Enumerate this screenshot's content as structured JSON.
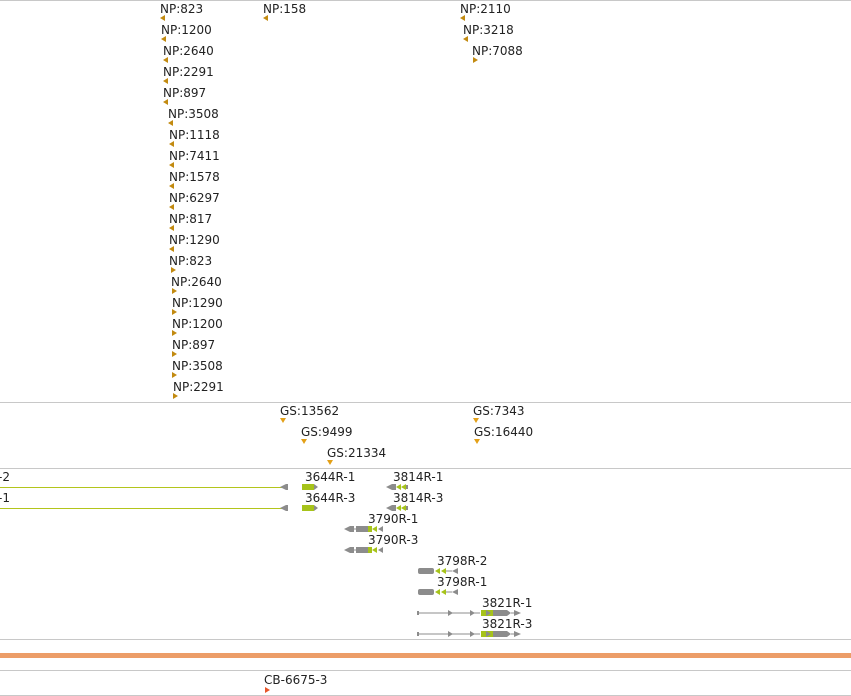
{
  "colors": {
    "np_marker": "#c28a10",
    "gs_marker": "#e3a017",
    "cb_marker": "#e8562a",
    "gene_gray": "#8c8c8c",
    "gene_lime": "#a6c31a",
    "gene_line": "#b3c51c",
    "orange_band": "#ec9d68",
    "separator": "#c8c8c8"
  },
  "np_track": {
    "features": [
      {
        "label": "NP:823"
      },
      {
        "label": "NP:1200"
      },
      {
        "label": "NP:2640"
      },
      {
        "label": "NP:2291"
      },
      {
        "label": "NP:897"
      },
      {
        "label": "NP:3508"
      },
      {
        "label": "NP:1118"
      },
      {
        "label": "NP:7411"
      },
      {
        "label": "NP:1578"
      },
      {
        "label": "NP:6297"
      },
      {
        "label": "NP:817"
      },
      {
        "label": "NP:1290"
      },
      {
        "label": "NP:823"
      },
      {
        "label": "NP:2640"
      },
      {
        "label": "NP:1290"
      },
      {
        "label": "NP:1200"
      },
      {
        "label": "NP:897"
      },
      {
        "label": "NP:3508"
      },
      {
        "label": "NP:2291"
      },
      {
        "label": "NP:158"
      },
      {
        "label": "NP:2110"
      },
      {
        "label": "NP:3218"
      },
      {
        "label": "NP:7088"
      }
    ]
  },
  "gs_track": {
    "features": [
      {
        "label": "GS:13562"
      },
      {
        "label": "GS:9499"
      },
      {
        "label": "GS:21334"
      },
      {
        "label": "GS:7343"
      },
      {
        "label": "GS:16440"
      }
    ]
  },
  "gene_track": {
    "left_labels": [
      "-2",
      "-1"
    ],
    "features": [
      {
        "label": "3644R-1"
      },
      {
        "label": "3644R-3"
      },
      {
        "label": "3814R-1"
      },
      {
        "label": "3814R-3"
      },
      {
        "label": "3790R-1"
      },
      {
        "label": "3790R-3"
      },
      {
        "label": "3798R-2"
      },
      {
        "label": "3798R-1"
      },
      {
        "label": "3821R-1"
      },
      {
        "label": "3821R-3"
      }
    ]
  },
  "cb_track": {
    "features": [
      {
        "label": "CB-6675-3"
      }
    ]
  }
}
